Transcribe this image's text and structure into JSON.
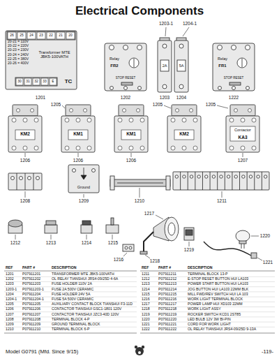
{
  "diagram": {
    "title": "Electrical Components",
    "nodes": [
      {
        "text": [
          "20-21 = 110V",
          "20-22 = 220V",
          "20-23 = 230V",
          "20-24 = 240V",
          "22-25 = 380V",
          "20-26 = 400V",
          "Transformer MTE JBK5-100VATH",
          "TC"
        ]
      },
      {
        "text": [
          "Relay",
          "FR2",
          "STOP RESET"
        ]
      },
      {
        "text": [
          "Relay",
          "FR1",
          "STOP RESET"
        ]
      },
      {
        "text": [
          "KM2"
        ]
      },
      {
        "text": [
          "KM1"
        ]
      },
      {
        "text": [
          "KM1"
        ]
      },
      {
        "text": [
          "KM2"
        ]
      },
      {
        "text": [
          "Contactor",
          "KA3"
        ]
      },
      {
        "text": [
          "Ground"
        ]
      }
    ],
    "labels": [
      "1203-1",
      "1204-1",
      "1201",
      "1202",
      "1203",
      "1204",
      "1222",
      "1205",
      "1205",
      "1205",
      "1206",
      "1206",
      "1206",
      "1207",
      "1208",
      "1209",
      "1210",
      "1211",
      "1217",
      "1212",
      "1213",
      "1214",
      "1215",
      "1219",
      "1220",
      "1216",
      "1218",
      "1221",
      "26",
      "25",
      "24",
      "23",
      "22",
      "21",
      "20",
      "30",
      "31",
      "32",
      "33",
      "E",
      "2A",
      "5A",
      "REF",
      "PART #",
      "DESCRIPTION",
      "REF",
      "PART #",
      "DESCRIPTION",
      "1201",
      "P07911201",
      "TRANSFORMER MTE JBK5-100VATH",
      "1202",
      "P07911202",
      "OL RELAY TIANSHUI JRS4-09/25D 4-6A",
      "1203",
      "P07911203",
      "FUSE HOLDER 110V 2A",
      "1203-1",
      "P07911203-1",
      "FUSE 2A 500V CERAMIC",
      "1204",
      "P07911204",
      "FUSE HOLDER 24V 5A",
      "1204-1",
      "P07911204-1",
      "FUSE 5A 500V CERAMIC",
      "1205",
      "P07911205",
      "AUXILIARY CONTACT BLOCK TIANSHUI F3-11D",
      "1206",
      "P07911206",
      "CONTACTOR TIANSHUI GSC1-1801 120V",
      "1207",
      "P07911207",
      "CONTACTOR TIANSHUI JZC3-40D 120V",
      "1208",
      "P07911208",
      "TERMINAL BLOCK 4-P",
      "1209",
      "P07911209",
      "GROUND TERMINAL BLOCK",
      "1210",
      "P07911210",
      "TERMINAL BLOCK 6-P",
      "1211",
      "P07911211",
      "TERMINAL BLOCK 13-P",
      "1212",
      "P07911212",
      "E-STOP RESET BUTTON HUI LA103",
      "1213",
      "P07911213",
      "POWER START BUTTON HUI LA103",
      "1214",
      "P07911214",
      "JOG BUTTON HUI LA103 22MM BLK",
      "1215",
      "P07911215",
      "MILL FWD/REV SWITCH HUI LA 103",
      "1216",
      "P07911216",
      "WORK LIGHT TERMINAL BLOCK",
      "1217",
      "P07911217",
      "POWER LAMP HUI XD103 22MM",
      "1218",
      "P07911218",
      "WORK LIGHT ASSY",
      "1219",
      "P07911219",
      "ROCKER SWITCH KCD1 2ST85",
      "1220",
      "P07911220",
      "LED BULB 12V 3W BI-PIN",
      "1221",
      "P07911221",
      "CORD FOR WORK LIGHT",
      "1222",
      "P07911222",
      "OL RELAY TIANSHUI JRS4-09/25D 9-13A",
      "Model G0791 (Mfd. Since 9/15)",
      "-119-"
    ]
  }
}
